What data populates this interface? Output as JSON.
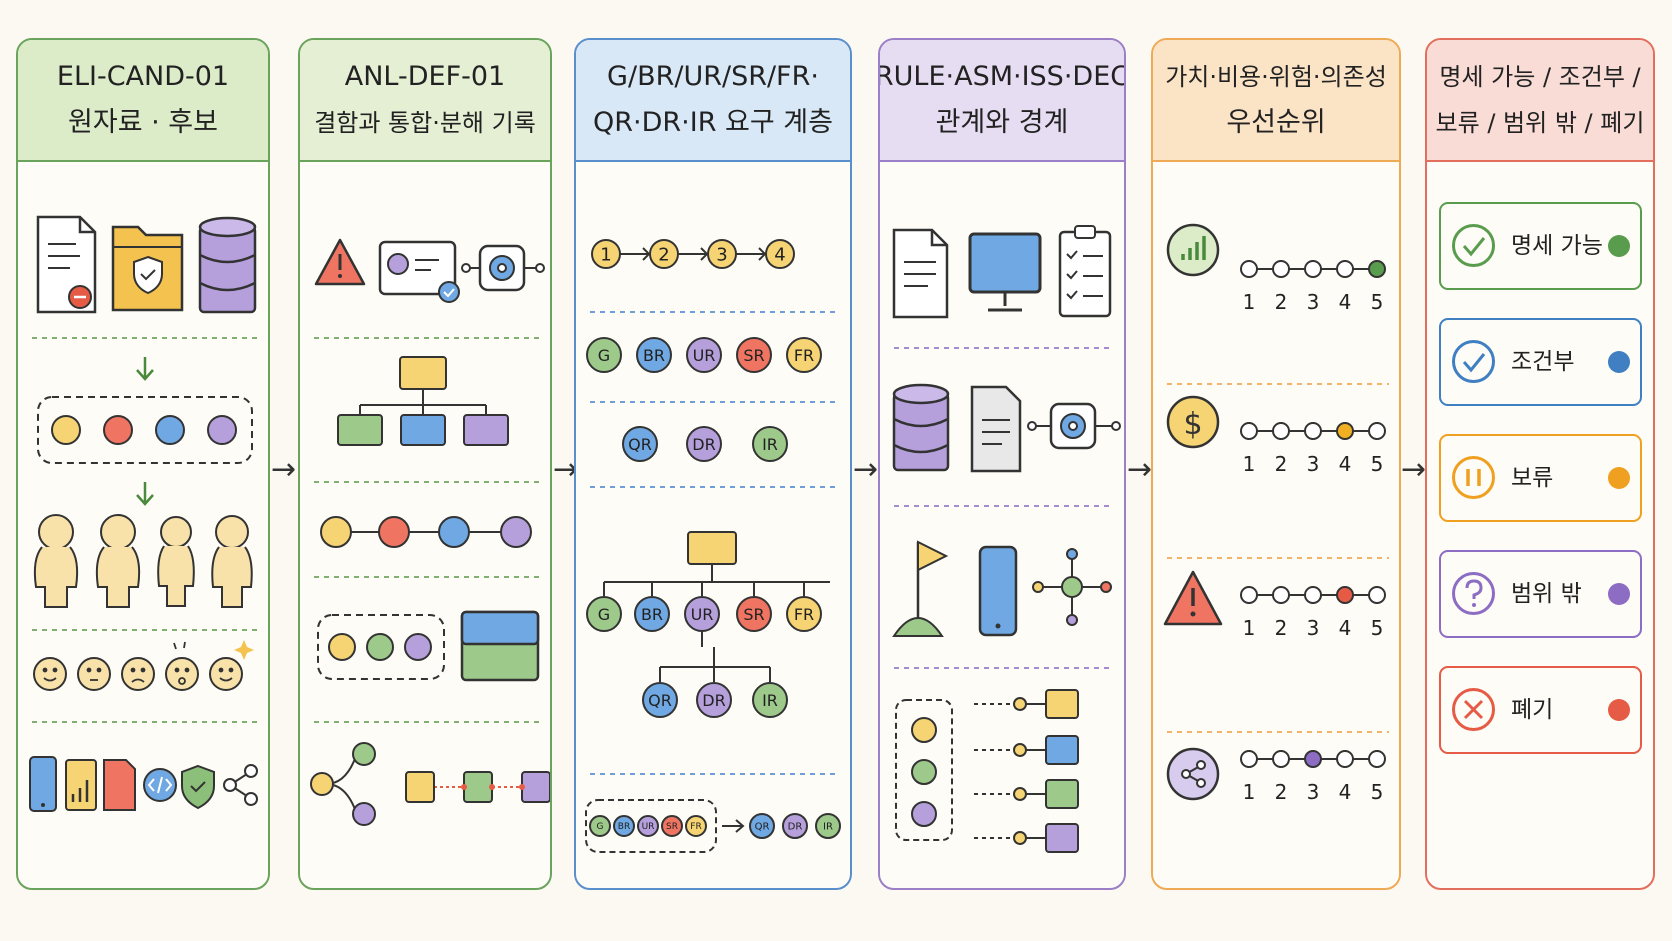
{
  "columns": [
    {
      "id": "c1",
      "lines": [
        "ELI-CAND-01",
        "원자료 · 후보"
      ],
      "border": "#6aa35c",
      "header_bg": "#dcebc8"
    },
    {
      "id": "c2",
      "lines": [
        "ANL-DEF-01",
        "결함과 통합·분해 기록"
      ],
      "border": "#6aa35c",
      "header_bg": "#e4efd4"
    },
    {
      "id": "c3",
      "lines": [
        "G/BR/UR/SR/FR·",
        "QR·DR·IR 요구 계층"
      ],
      "border": "#5a8fcc",
      "header_bg": "#d9e8f6"
    },
    {
      "id": "c4",
      "lines": [
        "RULE·ASM·ISS·DEC",
        "관계와 경계"
      ],
      "border": "#9b7fc7",
      "header_bg": "#e6ddf3"
    },
    {
      "id": "c5",
      "lines": [
        "가치·비용·위험·의존성",
        "우선순위"
      ],
      "border": "#efaa55",
      "header_bg": "#fbe3c6"
    },
    {
      "id": "c6",
      "lines": [
        "명세 가능 / 조건부 /",
        "보류 / 범위 밖 / 폐기"
      ],
      "border": "#e46e5e",
      "header_bg": "#f8dcd5"
    }
  ],
  "arrow_glyph": "→",
  "hierarchy": {
    "chain": [
      "1",
      "2",
      "3",
      "4"
    ],
    "tier_a": [
      "G",
      "BR",
      "UR",
      "SR",
      "FR"
    ],
    "tier_b": [
      "QR",
      "DR",
      "IR"
    ]
  },
  "priority_scale": {
    "ticks": [
      "1",
      "2",
      "3",
      "4",
      "5"
    ],
    "rows": [
      {
        "icon": "chart-icon",
        "selected": 5,
        "color": "#5a9c4e"
      },
      {
        "icon": "dollar-icon",
        "selected": 4,
        "color": "#f0b022"
      },
      {
        "icon": "warning-icon",
        "selected": 4,
        "color": "#e65b45"
      },
      {
        "icon": "share-icon",
        "selected": 3,
        "color": "#8d6cc4"
      }
    ]
  },
  "statuses": [
    {
      "label": "명세 가능",
      "color": "#5a9c4e",
      "icon": "check-circle-icon"
    },
    {
      "label": "조건부",
      "color": "#3f7fc2",
      "icon": "check-circle-icon"
    },
    {
      "label": "보류",
      "color": "#f0a020",
      "icon": "pause-circle-icon"
    },
    {
      "label": "범위 밖",
      "color": "#8d6cc4",
      "icon": "question-circle-icon"
    },
    {
      "label": "폐기",
      "color": "#e65b45",
      "icon": "x-circle-icon"
    }
  ]
}
